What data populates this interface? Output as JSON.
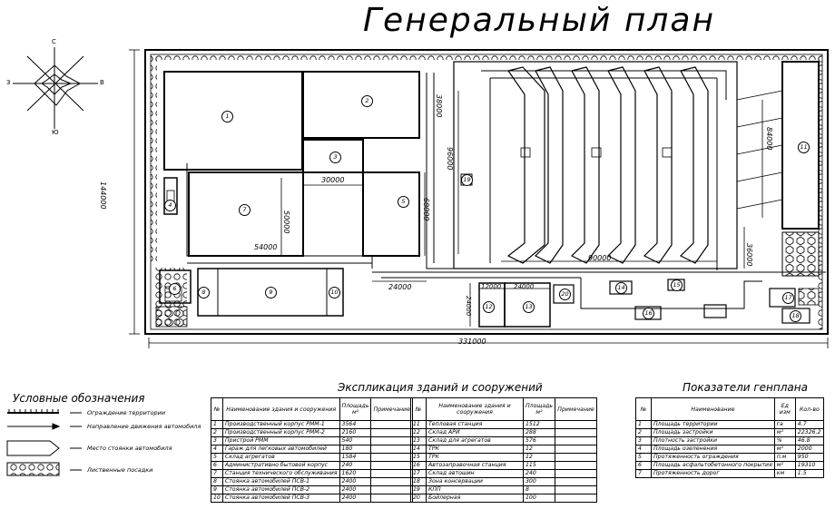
{
  "title": "Генеральный план",
  "compass": {
    "n": "С",
    "s": "Ю",
    "w": "З",
    "e": "В"
  },
  "dimensions": {
    "total_width": "331000",
    "total_height": "144000",
    "d38000": "38000",
    "d96000": "96000",
    "d30000": "30000",
    "d68000": "68000",
    "d50000": "50000",
    "d54000": "54000",
    "d24000a": "24000",
    "d90000": "90000",
    "d84000": "84000",
    "d36000": "36000",
    "d12000": "12000",
    "d24000b": "24000",
    "d24000c": "24000"
  },
  "building_numbers": [
    "1",
    "2",
    "3",
    "4",
    "5",
    "6",
    "7",
    "8",
    "9",
    "10",
    "11",
    "12",
    "13",
    "14",
    "15",
    "16",
    "17",
    "18",
    "19",
    "20"
  ],
  "legend": {
    "title": "Условные обозначения",
    "items": [
      {
        "label": "Ограждение территории"
      },
      {
        "label": "Направление движения автомобиля"
      },
      {
        "label": "Место стоянки автомобиля"
      },
      {
        "label": "Лиственные посадки"
      }
    ]
  },
  "explication": {
    "title": "Экспликация зданий и сооружений",
    "headers": [
      "№",
      "Наименование здания и сооружения",
      "Площадь м²",
      "Примечание"
    ],
    "left_rows": [
      [
        "1",
        "Производственный корпус РММ-1",
        "3564",
        ""
      ],
      [
        "2",
        "Производственный корпус РММ-2",
        "2160",
        ""
      ],
      [
        "3",
        "Пристрой РММ",
        "540",
        ""
      ],
      [
        "4",
        "Гараж для легковых автомобилей",
        "180",
        ""
      ],
      [
        "5",
        "Склад агрегатов",
        "1584",
        ""
      ],
      [
        "6",
        "Административно бытовой корпус",
        "240",
        ""
      ],
      [
        "7",
        "Станция технического обслуживания",
        "1620",
        ""
      ],
      [
        "8",
        "Стоянка автомобилей ПСВ-1",
        "2400",
        ""
      ],
      [
        "9",
        "Стоянка автомобилей ПСВ-2",
        "2400",
        ""
      ],
      [
        "10",
        "Стоянка автомобилей ПСВ-3",
        "2400",
        ""
      ]
    ],
    "right_rows": [
      [
        "11",
        "Тепловая станция",
        "1512",
        ""
      ],
      [
        "12",
        "Склад АРИ",
        "288",
        ""
      ],
      [
        "13",
        "Склад для агрегатов",
        "576",
        ""
      ],
      [
        "14",
        "ТРК",
        "12",
        ""
      ],
      [
        "15",
        "ТРК",
        "12",
        ""
      ],
      [
        "16",
        "Автозаправочная станция",
        "115",
        ""
      ],
      [
        "17",
        "Склад автошин",
        "240",
        ""
      ],
      [
        "18",
        "Зона консервации",
        "300",
        ""
      ],
      [
        "19",
        "КПП",
        "8",
        ""
      ],
      [
        "20",
        "Бойлерная",
        "100",
        ""
      ]
    ]
  },
  "indicators": {
    "title": "Показатели генплана",
    "headers": [
      "№",
      "Наименование",
      "Ед изм",
      "Кол-во"
    ],
    "rows": [
      [
        "1",
        "Площадь территории",
        "га",
        "4.7"
      ],
      [
        "2",
        "Площадь застройки",
        "м²",
        "22326.2"
      ],
      [
        "3",
        "Плотность застройки",
        "%",
        "46.8"
      ],
      [
        "4",
        "Площадь озеленения",
        "м²",
        "2000"
      ],
      [
        "5",
        "Протяженность ограждения",
        "п.м",
        "950"
      ],
      [
        "6",
        "Площадь асфальтобетонного покрытия",
        "м²",
        "19310"
      ],
      [
        "7",
        "Протяженность дорог",
        "км",
        "1.5"
      ]
    ]
  }
}
